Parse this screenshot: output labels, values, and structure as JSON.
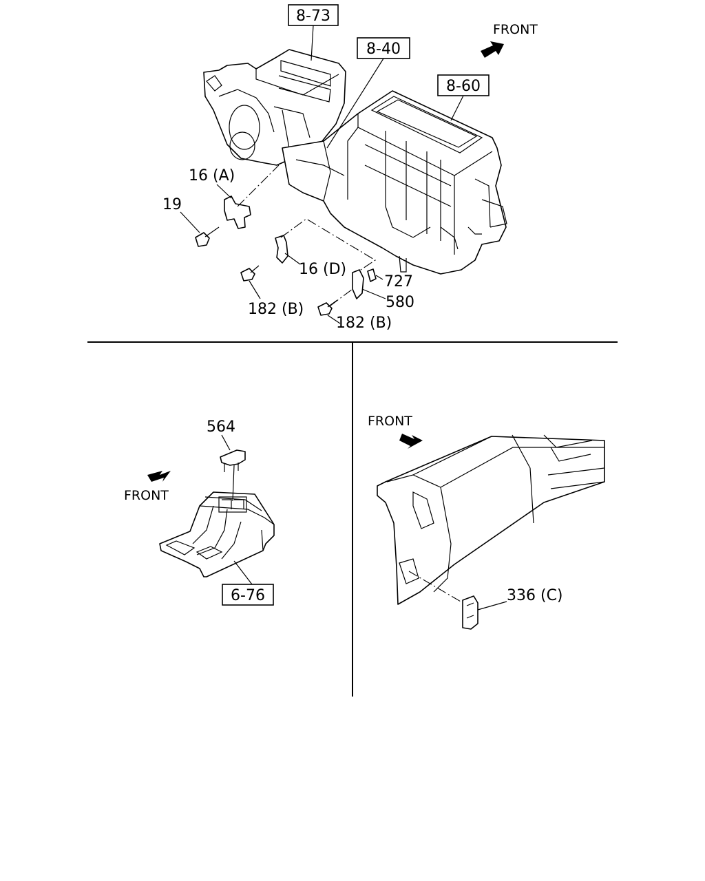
{
  "top_view": {
    "front_label": "FRONT",
    "refs": {
      "r873": "8-73",
      "r840": "8-40",
      "r860": "8-60"
    },
    "parts": {
      "p16a": "16 (A)",
      "p19": "19",
      "p16d": "16 (D)",
      "p727": "727",
      "p580": "580",
      "p182b_1": "182 (B)",
      "p182b_2": "182 (B)"
    }
  },
  "left_view": {
    "front_label": "FRONT",
    "part": "564",
    "ref": "6-76"
  },
  "right_view": {
    "front_label": "FRONT",
    "part": "336 (C)"
  }
}
